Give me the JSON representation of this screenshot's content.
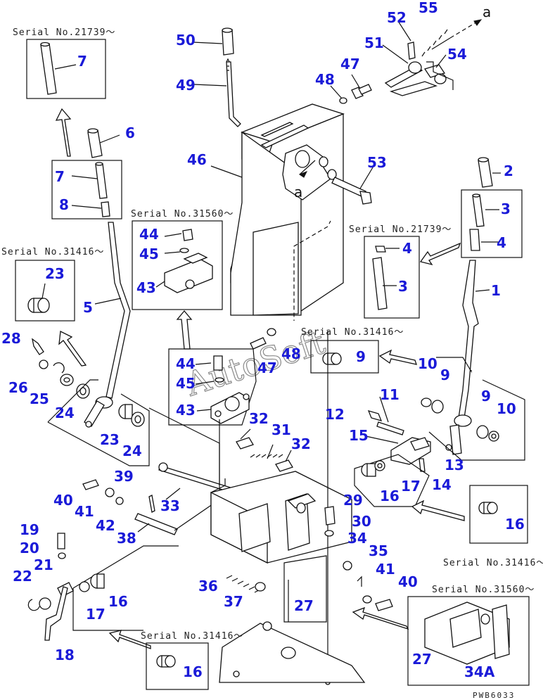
{
  "serials": {
    "s21739_top": "Serial No.21739～",
    "s31560_left": "Serial No.31560～",
    "s31416_left": "Serial No.31416～",
    "s21739_right": "Serial No.21739～",
    "s31416_mid": "Serial No.31416～",
    "s31416_right": "Serial No.31416～",
    "s31560_right": "Serial No.31560～",
    "s31416_bottom": "Serial No.31416～"
  },
  "arrow_labels": {
    "a_top": "a",
    "a_body": "a"
  },
  "watermark": "AutoSoft",
  "drawing_code": "PWB6033",
  "part_numbers": {
    "p55": "55",
    "p52": "52",
    "p51": "51",
    "p54": "54",
    "p50": "50",
    "p49": "49",
    "p48a": "48",
    "p47a": "47",
    "p7a": "7",
    "p6": "6",
    "p7b": "7",
    "p8": "8",
    "p46": "46",
    "p53": "53",
    "p2": "2",
    "p3a": "3",
    "p4a": "4",
    "p44a": "44",
    "p45a": "45",
    "p43a": "43",
    "p4b": "4",
    "p3b": "3",
    "p23a": "23",
    "p5": "5",
    "p1": "1",
    "p28": "28",
    "p26": "26",
    "p25": "25",
    "p24a": "24",
    "p23b": "23",
    "p24b": "24",
    "p44b": "44",
    "p45b": "45",
    "p43b": "43",
    "p47b": "47",
    "p48b": "48",
    "p9a": "9",
    "p10a": "10",
    "p9b": "9",
    "p9c": "9",
    "p10b": "10",
    "p11": "11",
    "p12": "12",
    "p15": "15",
    "p13": "13",
    "p14": "14",
    "p17a": "17",
    "p16a": "16",
    "p32a": "32",
    "p31": "31",
    "p32b": "32",
    "p39": "39",
    "p40a": "40",
    "p41a": "41",
    "p42": "42",
    "p33": "33",
    "p38": "38",
    "p29": "29",
    "p30": "30",
    "p34": "34",
    "p35": "35",
    "p41b": "41",
    "p40b": "40",
    "p16b": "16",
    "p19": "19",
    "p20": "20",
    "p21": "21",
    "p22": "22",
    "p18": "18",
    "p17b": "17",
    "p16c": "16",
    "p36": "36",
    "p37": "37",
    "p27a": "27",
    "p16d": "16",
    "p27b": "27",
    "p34A": "34A"
  }
}
